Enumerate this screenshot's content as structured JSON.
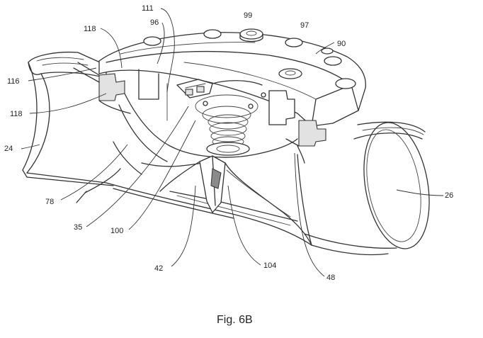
{
  "figure": {
    "caption": "Fig. 6B",
    "labels": {
      "l111": "111",
      "l99": "99",
      "l96": "96",
      "l97": "97",
      "l118a": "118",
      "l90": "90",
      "l116": "116",
      "l118b": "118",
      "l24": "24",
      "l26": "26",
      "l78": "78",
      "l35": "35",
      "l100": "100",
      "l42": "42",
      "l104": "104",
      "l48": "48"
    }
  }
}
